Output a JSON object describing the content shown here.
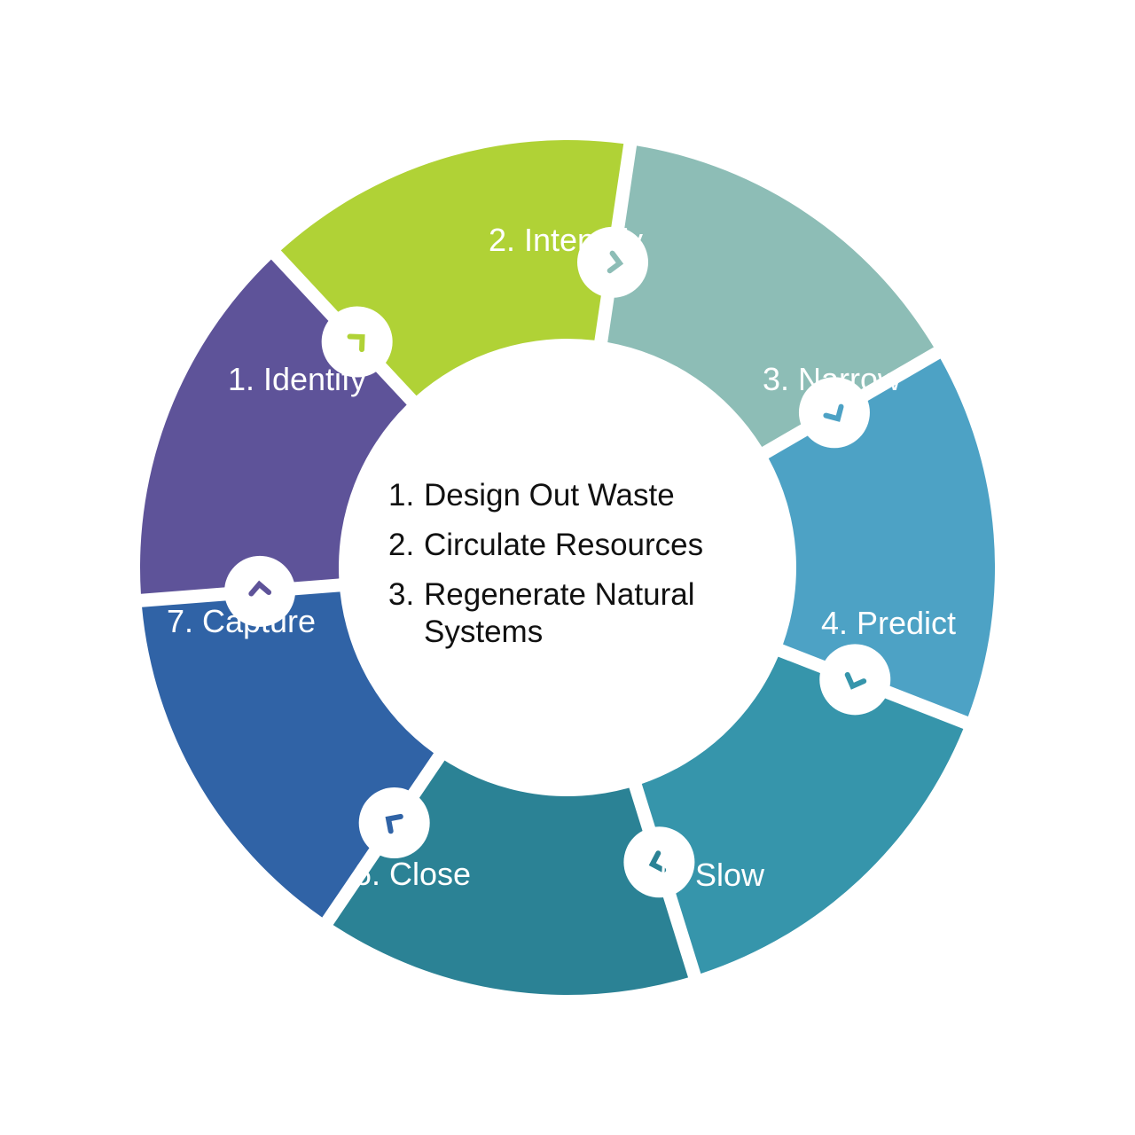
{
  "diagram": {
    "segments": [
      {
        "label": "1. Identify",
        "color": "#b0d236",
        "arrow_color": "#b0d236"
      },
      {
        "label": "2. Intensify",
        "color": "#8dbdb6",
        "arrow_color": "#8dbdb6"
      },
      {
        "label": "3. Narrow",
        "color": "#4da2c5",
        "arrow_color": "#4da2c5"
      },
      {
        "label": "4. Predict",
        "color": "#3695ab",
        "arrow_color": "#3695ab"
      },
      {
        "label": "5. Slow",
        "color": "#2b8295",
        "arrow_color": "#2b8295"
      },
      {
        "label": "6. Close",
        "color": "#3063a6",
        "arrow_color": "#3063a6"
      },
      {
        "label": "7. Capture",
        "color": "#5e5399",
        "arrow_color": "#5e5399"
      }
    ],
    "center_list": [
      {
        "num": "1.",
        "text": "Design Out Waste"
      },
      {
        "num": "2.",
        "text": "Circulate Resources"
      },
      {
        "num": "3.",
        "text": "Regenerate Natural Systems"
      }
    ]
  }
}
